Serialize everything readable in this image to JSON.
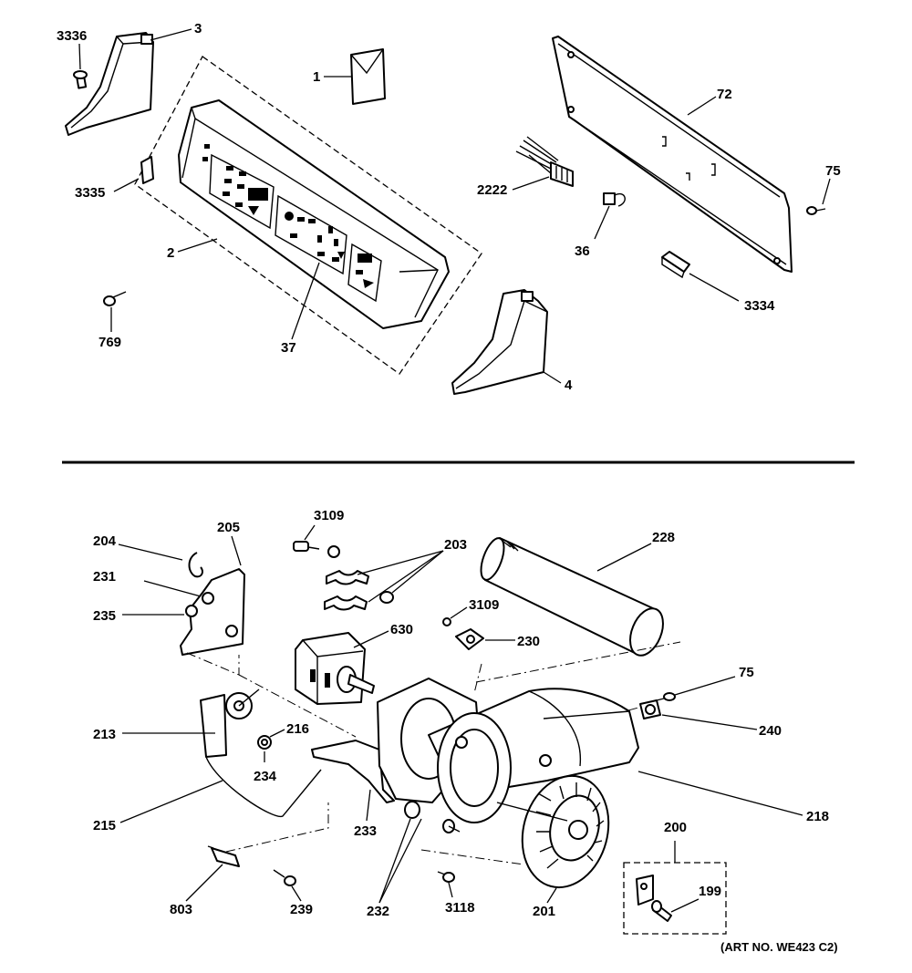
{
  "callouts": {
    "c3336": "3336",
    "c3": "3",
    "c1": "1",
    "c72": "72",
    "c75a": "75",
    "c2222": "2222",
    "c36": "36",
    "c3334": "3334",
    "c3335": "3335",
    "c2": "2",
    "c769": "769",
    "c37": "37",
    "c4": "4",
    "c204": "204",
    "c205": "205",
    "c231": "231",
    "c235": "235",
    "c3109a": "3109",
    "c203": "203",
    "c228": "228",
    "c3109b": "3109",
    "c630": "630",
    "c230": "230",
    "c75b": "75",
    "c240": "240",
    "c213": "213",
    "c216": "216",
    "c234": "234",
    "c215": "215",
    "c233": "233",
    "c218": "218",
    "c200": "200",
    "c199": "199",
    "c803": "803",
    "c239": "239",
    "c232": "232",
    "c3118": "3118",
    "c201": "201"
  },
  "art_number": "(ART NO. WE423 C2)"
}
